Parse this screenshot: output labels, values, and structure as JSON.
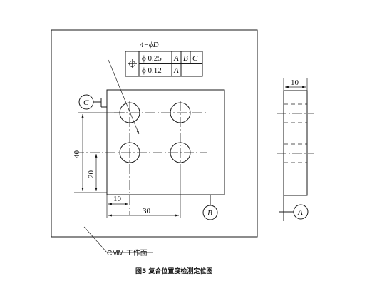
{
  "callout": {
    "count_label": "4−ϕD"
  },
  "fcf": {
    "row1": {
      "tol": "ϕ 0.25",
      "d1": "A",
      "d2": "B",
      "d3": "C"
    },
    "row2": {
      "tol": "ϕ 0.12",
      "d1": "A"
    }
  },
  "datums": {
    "a": "A",
    "b": "B",
    "c": "C"
  },
  "dims": {
    "v40": "40",
    "v20": "20",
    "h10": "10",
    "h30": "30",
    "thickness": "10"
  },
  "cmm_label": "CMM 工作面",
  "caption": "图5  复合位置度检测定位图"
}
